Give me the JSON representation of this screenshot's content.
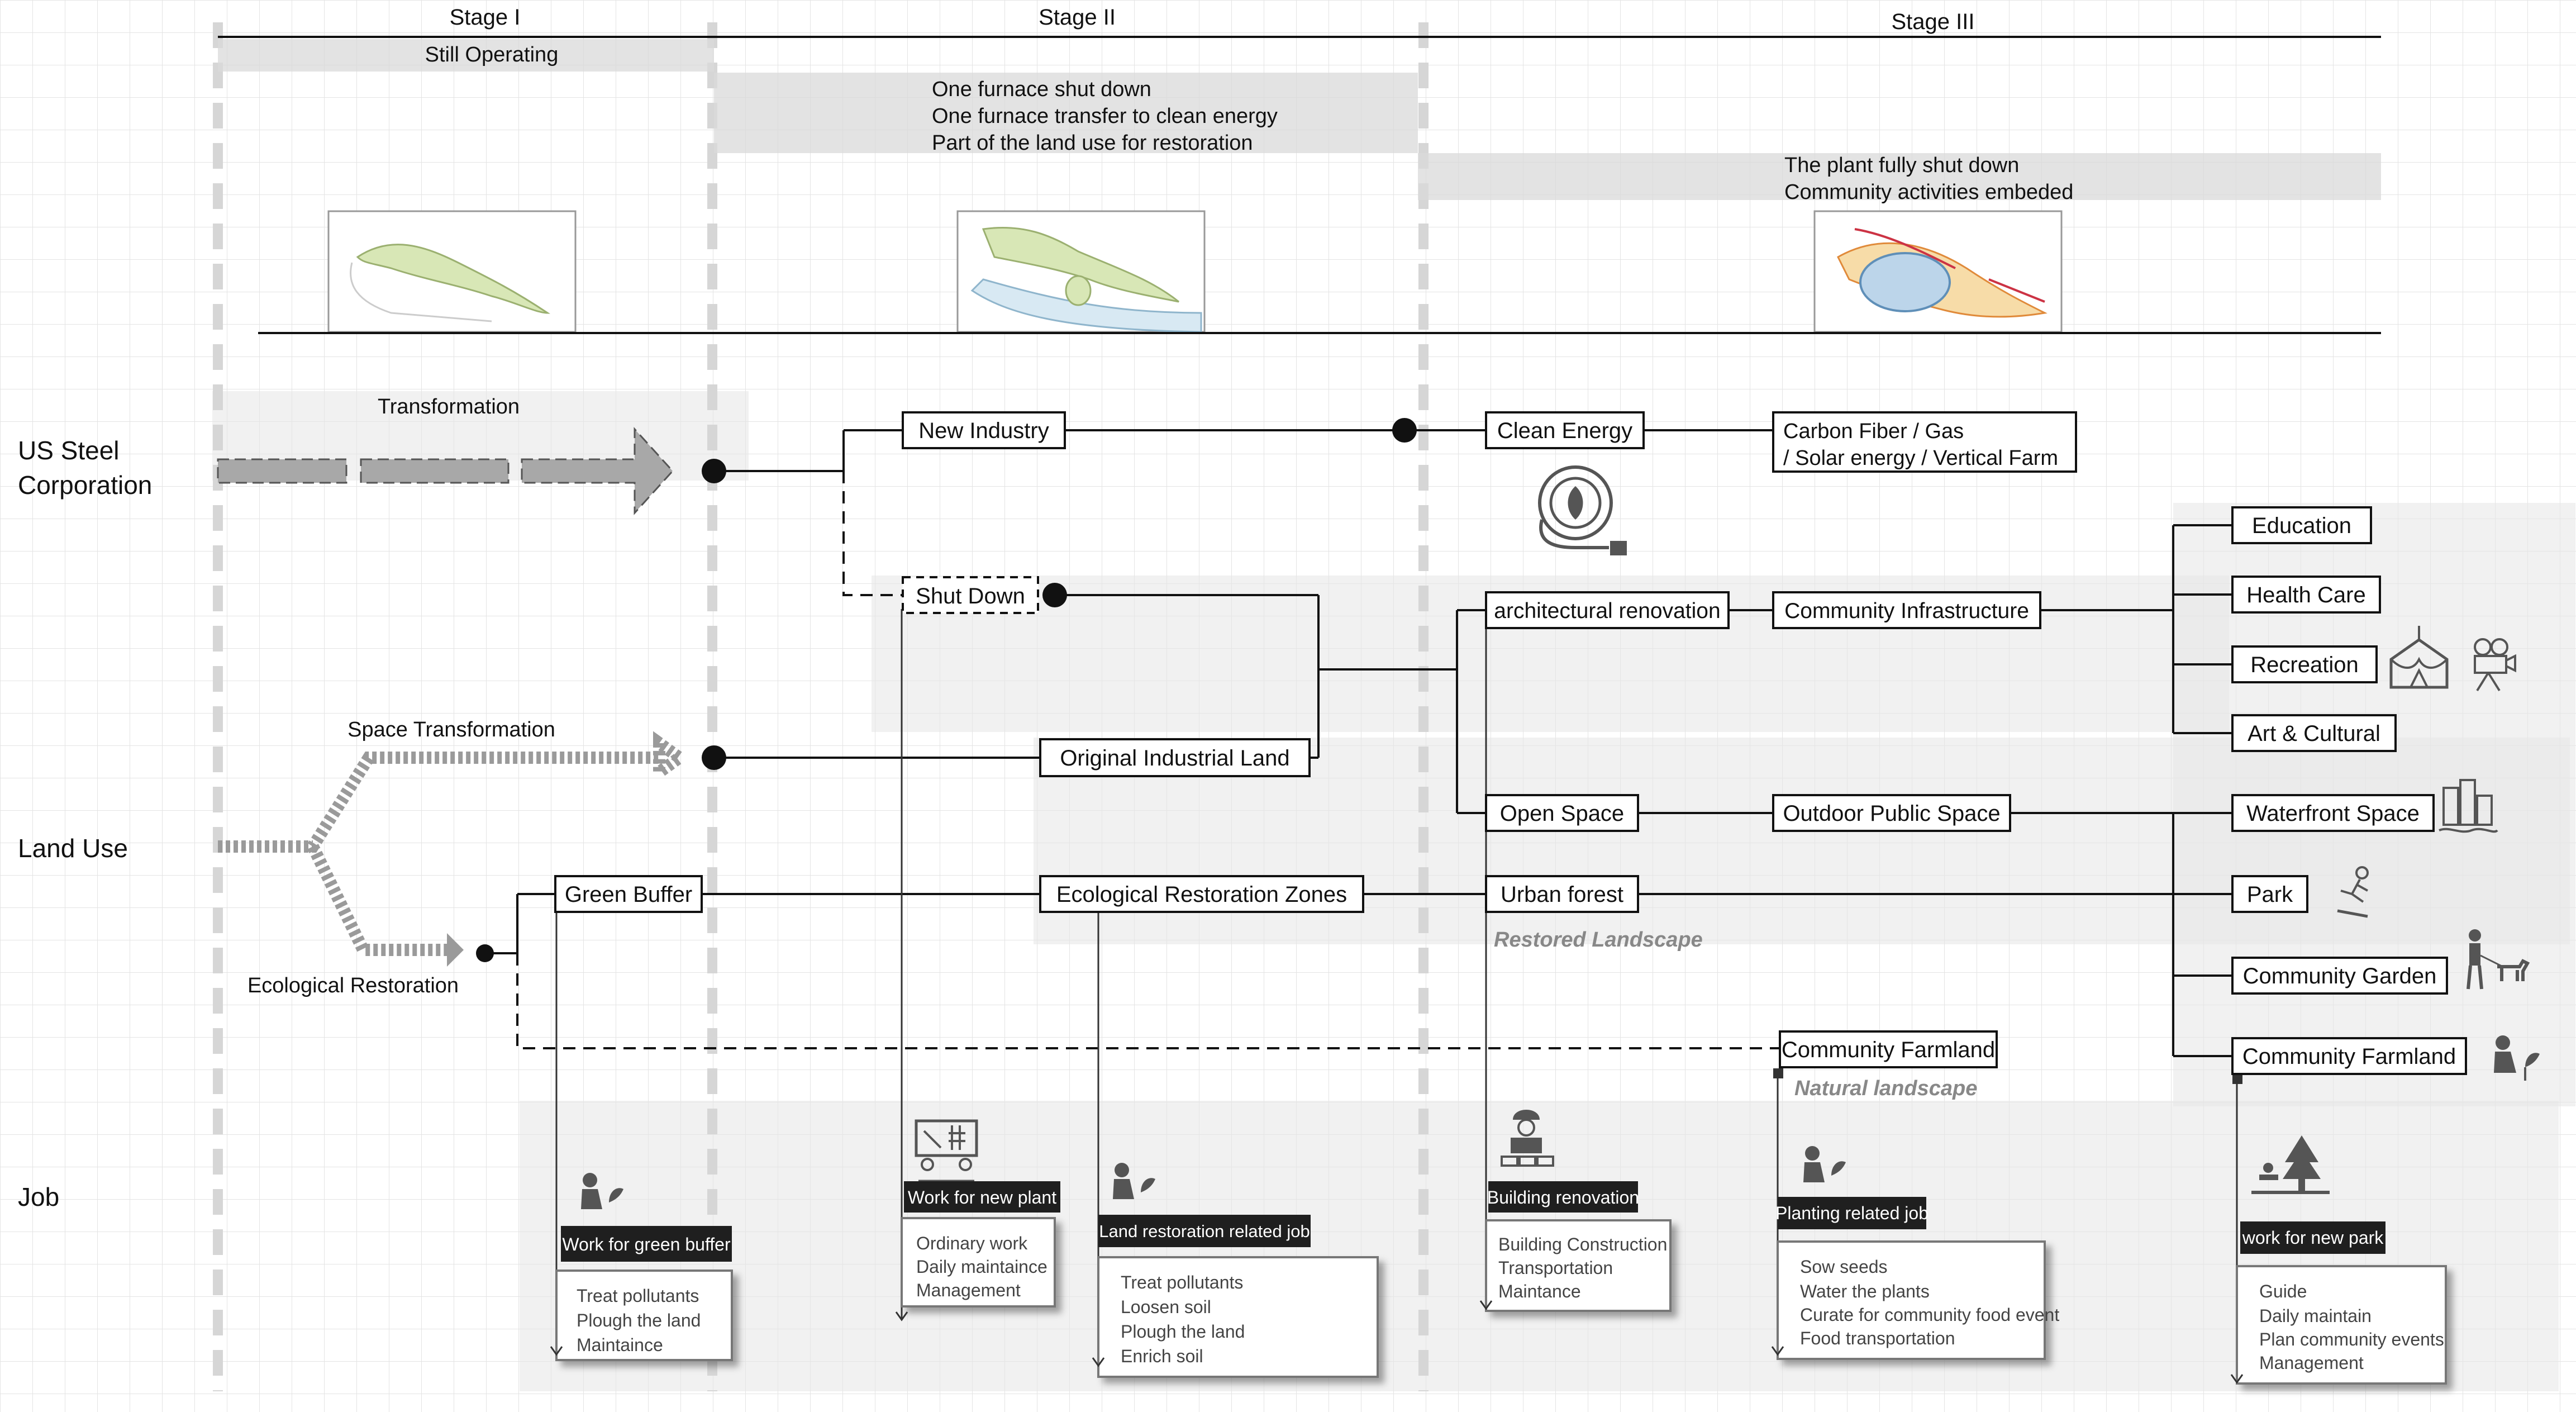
{
  "stages": [
    "Stage I",
    "Stage II",
    "Stage III"
  ],
  "stage_notes": {
    "s1": "Still Operating",
    "s2": [
      "One furnace shut down",
      "One furnace transfer to clean energy",
      "Part of the land use for restoration"
    ],
    "s3": [
      "The plant fully shut down",
      "Community activities embeded"
    ]
  },
  "rows": {
    "corp": [
      "US Steel",
      "Corporation"
    ],
    "land": "Land Use",
    "job": "Job"
  },
  "arrows": {
    "transformation": "Transformation",
    "space": "Space Transformation",
    "eco": "Ecological Restoration"
  },
  "nodes": {
    "new_industry": "New Industry",
    "clean_energy": "Clean Energy",
    "carbon": [
      "Carbon Fiber / Gas",
      "/ Solar energy / Vertical Farm"
    ],
    "shut_down": "Shut Down",
    "arch_reno": "architectural renovation",
    "community_infra": "Community Infrastructure",
    "original_land": "Original Industrial Land",
    "open_space": "Open Space",
    "outdoor_public": "Outdoor Public Space",
    "green_buffer": "Green Buffer",
    "eco_zones": "Ecological Restoration Zones",
    "urban_forest": "Urban forest",
    "restored_landscape": "Restored Landscape",
    "community_farmland_mid": "Community Farmland",
    "natural_landscape": "Natural landscape",
    "education": "Education",
    "health_care": "Health Care",
    "recreation": "Recreation",
    "art_cultural": "Art & Cultural",
    "waterfront": "Waterfront Space",
    "park": "Park",
    "community_garden": "Community Garden",
    "community_farmland_right": "Community Farmland"
  },
  "jobs": [
    {
      "tag": "Work for green buffer",
      "items": [
        "Treat pollutants",
        "Plough the land",
        "Maintaince"
      ]
    },
    {
      "tag": "Work for new plant",
      "items": [
        "Ordinary work",
        "Daily maintaince",
        "Management"
      ]
    },
    {
      "tag": "Land restoration related job",
      "items": [
        "Treat pollutants",
        "Loosen soil",
        "Plough the land",
        "Enrich soil"
      ]
    },
    {
      "tag": "Building renovation",
      "items": [
        "Building Construction",
        "Transportation",
        "Maintance"
      ]
    },
    {
      "tag": "Planting related job",
      "items": [
        "Sow seeds",
        "Water the plants",
        "Curate for community food event",
        "Food transportation"
      ]
    },
    {
      "tag": "work for new park",
      "items": [
        "Guide",
        "Daily maintain",
        "Plan community events",
        "Management"
      ]
    }
  ],
  "colors": {
    "line": "#111111",
    "band": "#d9d9d9",
    "tag": "#1f1f1f",
    "grid": "#e4e4e4"
  }
}
